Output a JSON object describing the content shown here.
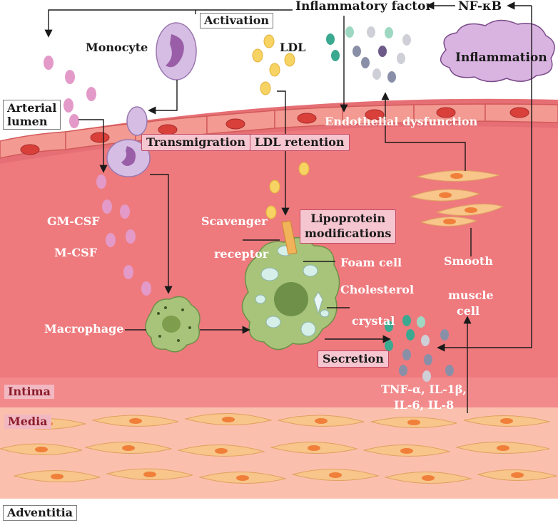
{
  "labels": {
    "inflammatory_factor": "Inflammatory factor",
    "nf_kb": "NF-κB",
    "activation": "Activation",
    "monocyte": "Monocyte",
    "ldl": "LDL",
    "inflammation": "Inflammation",
    "arterial_lumen_1": "Arterial",
    "arterial_lumen_2": "lumen",
    "endothelial_dysfunction": "Endothelial dysfunction",
    "transmigration": "Transmigration",
    "ldl_retention": "LDL retention",
    "gm_csf": "GM-CSF",
    "m_csf": "M-CSF",
    "scavenger": "Scavenger",
    "receptor": "receptor",
    "lipoprotein_1": "Lipoprotein",
    "lipoprotein_2": "modifications",
    "foam_cell": "Foam cell",
    "cholesterol": "Cholesterol",
    "crystal": "crystal",
    "smooth": "Smooth",
    "muscle": "muscle",
    "cell": "cell",
    "macrophage": "Macrophage",
    "secretion": "Secretion",
    "cytokines_1": "TNF-α, IL-1β,",
    "cytokines_2": "IL-6, IL-8",
    "intima": "Intima",
    "media": "Media",
    "adventitia": "Adventitia"
  },
  "colors": {
    "lumen_pink": "#e8747c",
    "intima": "#ee7277",
    "media": "#fbb8a8",
    "endothelium": "#f08a86",
    "ldl_yellow": "#f6d362",
    "monocyte_purple": "#c9a6d4",
    "macrophage_green": "#a8c47a",
    "cytokine_teal": "#3ba890",
    "cytokine_gray": "#8a8fa8",
    "label_box_pink": "#f6c6d0"
  }
}
